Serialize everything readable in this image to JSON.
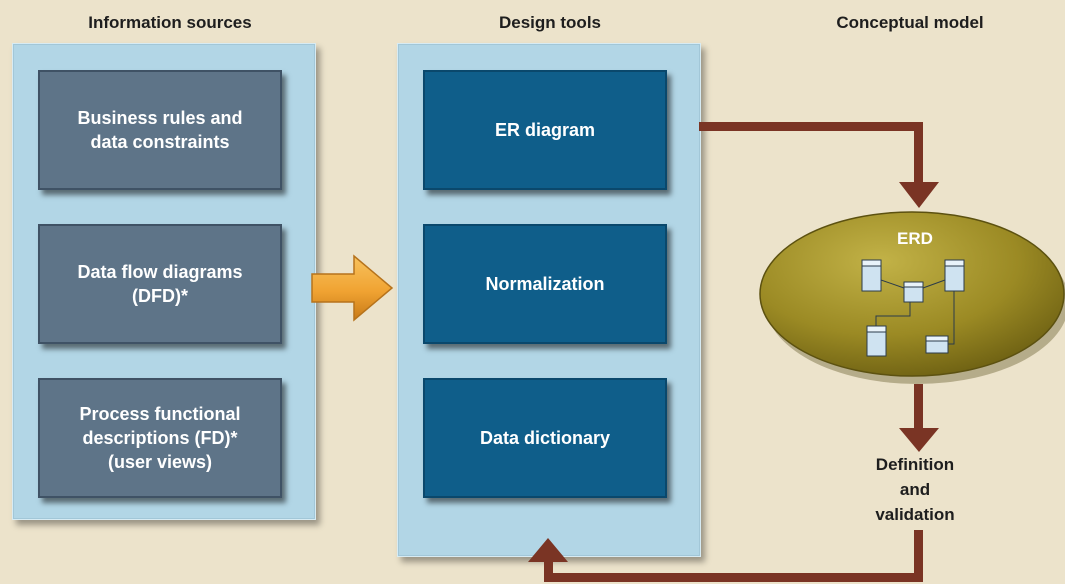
{
  "headers": {
    "information_sources": "Information sources",
    "design_tools": "Design tools",
    "conceptual_model": "Conceptual model"
  },
  "sources": {
    "business_rules": "Business rules and\ndata constraints",
    "dfd": "Data flow diagrams\n(DFD)*",
    "fd": "Process functional\ndescriptions (FD)*\n(user views)"
  },
  "tools": {
    "er_diagram": "ER diagram",
    "normalization": "Normalization",
    "data_dictionary": "Data dictionary"
  },
  "model": {
    "erd_label": "ERD",
    "definition_validation": "Definition\nand\nvalidation"
  },
  "colors": {
    "background": "#ece3cb",
    "panel": "#b2d6e6",
    "source_box": "#5e7488",
    "tool_box": "#0f5e8a",
    "flow_arrow": "#7a3424",
    "ellipse": "#9b8a24",
    "orange_arrow": "#f0a332"
  }
}
